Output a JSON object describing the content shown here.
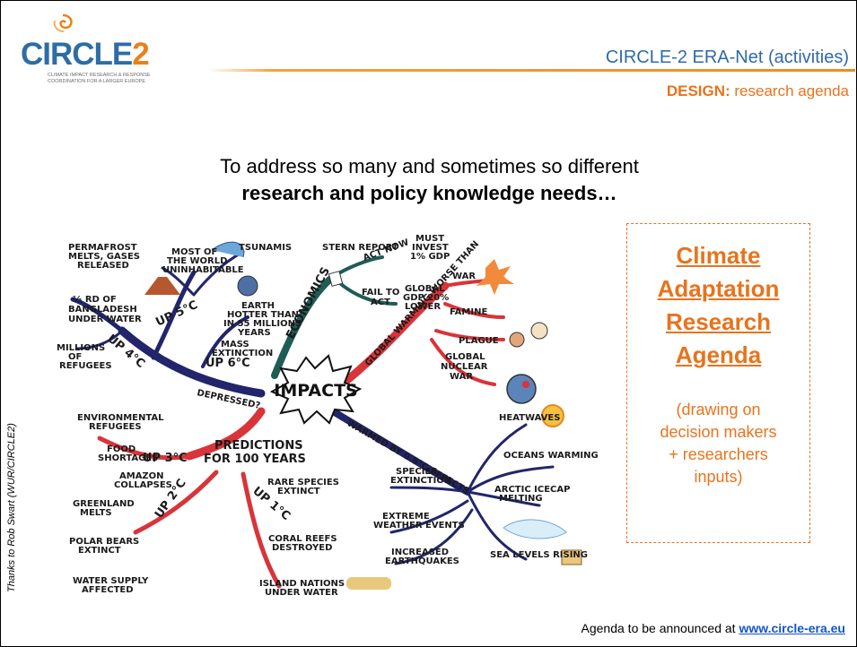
{
  "logo": {
    "name_main": "CIRCLE",
    "name_num": "2",
    "tagline": "Climate impact research & response coordination for a larger Europe",
    "swirl_icon": "swirl-logo-icon"
  },
  "header": {
    "title": "CIRCLE-2 ERA-Net (activities)",
    "sub_bold": "DESIGN:",
    "sub_rest": " research agenda"
  },
  "intro": {
    "line1": "To address so many and sometimes so different",
    "line2": "research and policy knowledge needs…"
  },
  "mindmap": {
    "center": "IMPACTS",
    "economics": "ECONOMICS",
    "stern": "STERN REPORT",
    "act_now": "ACT NOW",
    "must_invest": [
      "MUST",
      "INVEST",
      "1% GDP"
    ],
    "fail_to_act": [
      "FAIL TO",
      "ACT"
    ],
    "gdp_lower": [
      "GLOBAL",
      "GDP 20%",
      "LOWER"
    ],
    "global_warming": "GLOBAL WARMING WORSE THAN",
    "war": "WAR",
    "famine": "FAMINE",
    "plague": "PLAGUE",
    "nuclear": [
      "GLOBAL",
      "NUCLEAR",
      "WAR"
    ],
    "depressed": "DEPRESSED?",
    "up4": "UP 4°C",
    "up5": "UP 5°C",
    "up6": "UP 6°C",
    "permafrost": [
      "PERMAFROST",
      "MELTS, GASES",
      "RELEASED"
    ],
    "most_world": [
      "MOST OF",
      "THE WORLD",
      "UNINHABITABLE"
    ],
    "tsunamis": "TSUNAMIS",
    "bangladesh": [
      "⅓ RD OF",
      "BANGLADESH",
      "UNDER WATER"
    ],
    "earth_hotter": [
      "EARTH",
      "HOTTER THAN",
      "IN 55 MILLIONS",
      "YEARS"
    ],
    "mass_extinction": [
      "MASS",
      "EXTINCTION"
    ],
    "refugees": [
      "MILLIONS",
      "OF",
      "REFUGEES"
    ],
    "predictions": [
      "PREDICTIONS",
      "FOR 100 YEARS"
    ],
    "env_refugees": [
      "ENVIRONMENTAL",
      "REFUGEES"
    ],
    "up3": "UP 3°C",
    "food": [
      "FOOD",
      "SHORTAGES"
    ],
    "amazon": [
      "AMAZON",
      "COLLAPSES"
    ],
    "up2": "UP 2°C",
    "greenland": [
      "GREENLAND",
      "MELTS"
    ],
    "polar": [
      "POLAR BEARS",
      "EXTINCT"
    ],
    "water": [
      "WATER SUPPLY",
      "AFFECTED"
    ],
    "up1": "UP 1°C",
    "rare": [
      "RARE SPECIES",
      "EXTINCT"
    ],
    "coral": [
      "CORAL REEFS",
      "DESTROYED"
    ],
    "island": [
      "ISLAND NATIONS",
      "UNDER WATER"
    ],
    "warmed": "WARMED BY 0.8°C-EFFECTS",
    "heatwaves": "HEATWAVES",
    "oceans": "OCEANS WARMING",
    "arctic": [
      "ARCTIC ICECAP",
      "MELTING"
    ],
    "species": [
      "SPECIES",
      "EXTINCTION"
    ],
    "extreme": [
      "EXTREME",
      "WEATHER EVENTS"
    ],
    "quakes": [
      "INCREASED",
      "EARTHQUAKES"
    ],
    "sea_levels": "SEA LEVELS RISING"
  },
  "credit": "Thanks to Rob Swart (WUR/CIRCLE2)",
  "agenda": {
    "title_lines": [
      "Climate",
      "Adaptation",
      "Research",
      "Agenda"
    ],
    "note_lines": [
      "(drawing on",
      "decision makers",
      "+ researchers",
      "inputs)"
    ]
  },
  "footer": {
    "text": "Agenda to be announced at ",
    "link": "www.circle-era.eu"
  },
  "colors": {
    "blue": "#2F6BA8",
    "orange": "#E8731C",
    "branch_navy": "#22256B",
    "branch_red": "#D8343A",
    "branch_teal": "#1F5C55"
  }
}
